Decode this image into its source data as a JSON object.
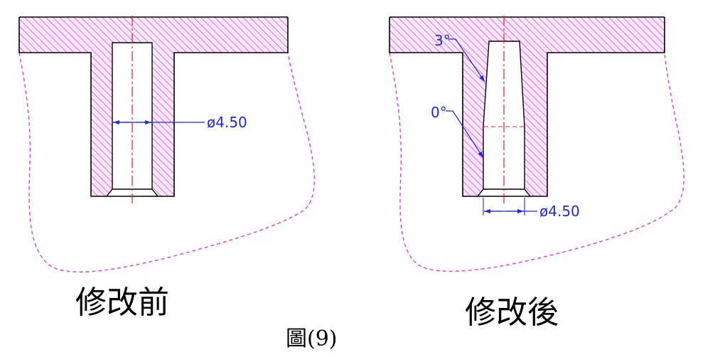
{
  "before": {
    "label": "修改前",
    "diameter_dim": "ø4.50"
  },
  "after": {
    "label": "修改後",
    "angle_top": "3°",
    "angle_bottom": "0°",
    "diameter_dim": "ø4.50"
  },
  "caption": "圖(9)",
  "colors": {
    "hatch": "#d640d6",
    "section_fill": "#f7d6f7",
    "outline": "#000000",
    "centerline": "#e02020",
    "dimension": "#1f2bd6",
    "break_line": "#d640d6"
  }
}
